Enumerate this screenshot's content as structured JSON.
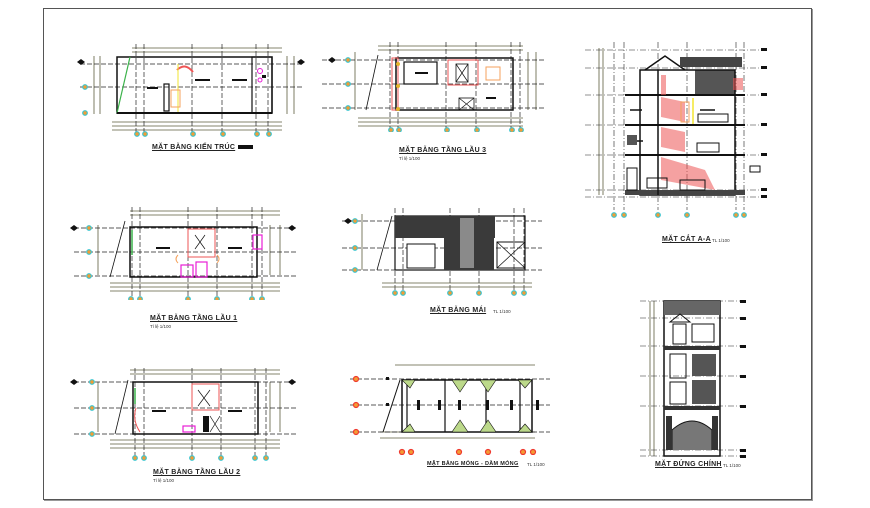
{
  "sheet": {
    "colors": {
      "line": "#1a1a1a",
      "dimension": "#5c5c3d",
      "grid_bubble": "#39c5cf",
      "grid_bubble_fill": "#f39c34",
      "stair_red": "#ee5555",
      "fixture_magenta": "#e81fd6",
      "door_orange": "#f5a25d",
      "accent_yellow": "#f2e531",
      "accent_green": "#3bb24a",
      "foundation_marker": "#ef3a2f"
    },
    "drawings": [
      {
        "id": "ground-plan",
        "title": "MẶT BẰNG KIẾN TRÚC",
        "scale": ""
      },
      {
        "id": "floor3-plan",
        "title": "MẶT BẰNG TẦNG LẦU 3",
        "scale": "Tỉ lệ 1/100"
      },
      {
        "id": "section-aa",
        "title": "MẶT CẮT A-A",
        "scale": "TL 1/100"
      },
      {
        "id": "floor1-plan",
        "title": "MẶT BẰNG TẦNG LẦU 1",
        "scale": "Tỉ lệ 1/100"
      },
      {
        "id": "roof-plan",
        "title": "MẶT BẰNG MÁI",
        "scale": "TL 1/100"
      },
      {
        "id": "floor2-plan",
        "title": "MẶT BẰNG TẦNG LẦU 2",
        "scale": "Tỉ lệ 1/100"
      },
      {
        "id": "foundation-plan",
        "title": "MẶT BẰNG MÓNG - DẦM MÓNG",
        "scale": "TL 1/100"
      },
      {
        "id": "front-elevation",
        "title": "MẶT ĐỨNG CHÍNH",
        "scale": "TL 1/100"
      }
    ]
  }
}
